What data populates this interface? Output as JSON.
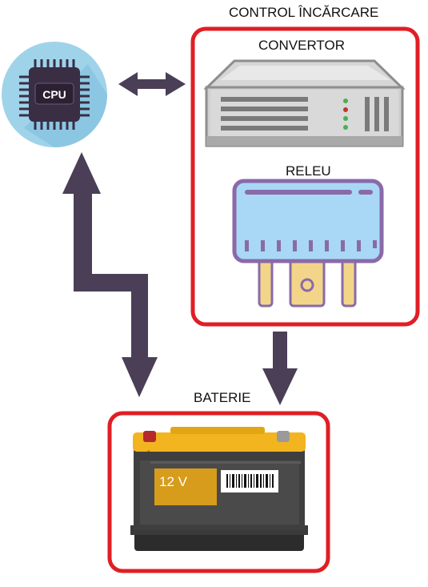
{
  "labels": {
    "control_title": "CONTROL ÎNCĂRCARE",
    "converter": "CONVERTOR",
    "relay": "RELEU",
    "battery": "BATERIE",
    "cpu": "CPU",
    "battery_voltage": "12 V",
    "plus_sign": "+",
    "minus_sign": "−"
  },
  "colors": {
    "frame_red": "#e01e25",
    "arrow_purple": "#4b3f57",
    "cpu_circle": "#9fd3ea",
    "relay_body": "#a8d8f5",
    "relay_border": "#8a6aa8",
    "battery_label": "#d79c1c",
    "battery_top": "#f2b51f"
  },
  "icons": {
    "cpu": "cpu-chip-icon",
    "converter": "server-converter-icon",
    "relay": "relay-icon",
    "battery": "car-battery-icon"
  }
}
